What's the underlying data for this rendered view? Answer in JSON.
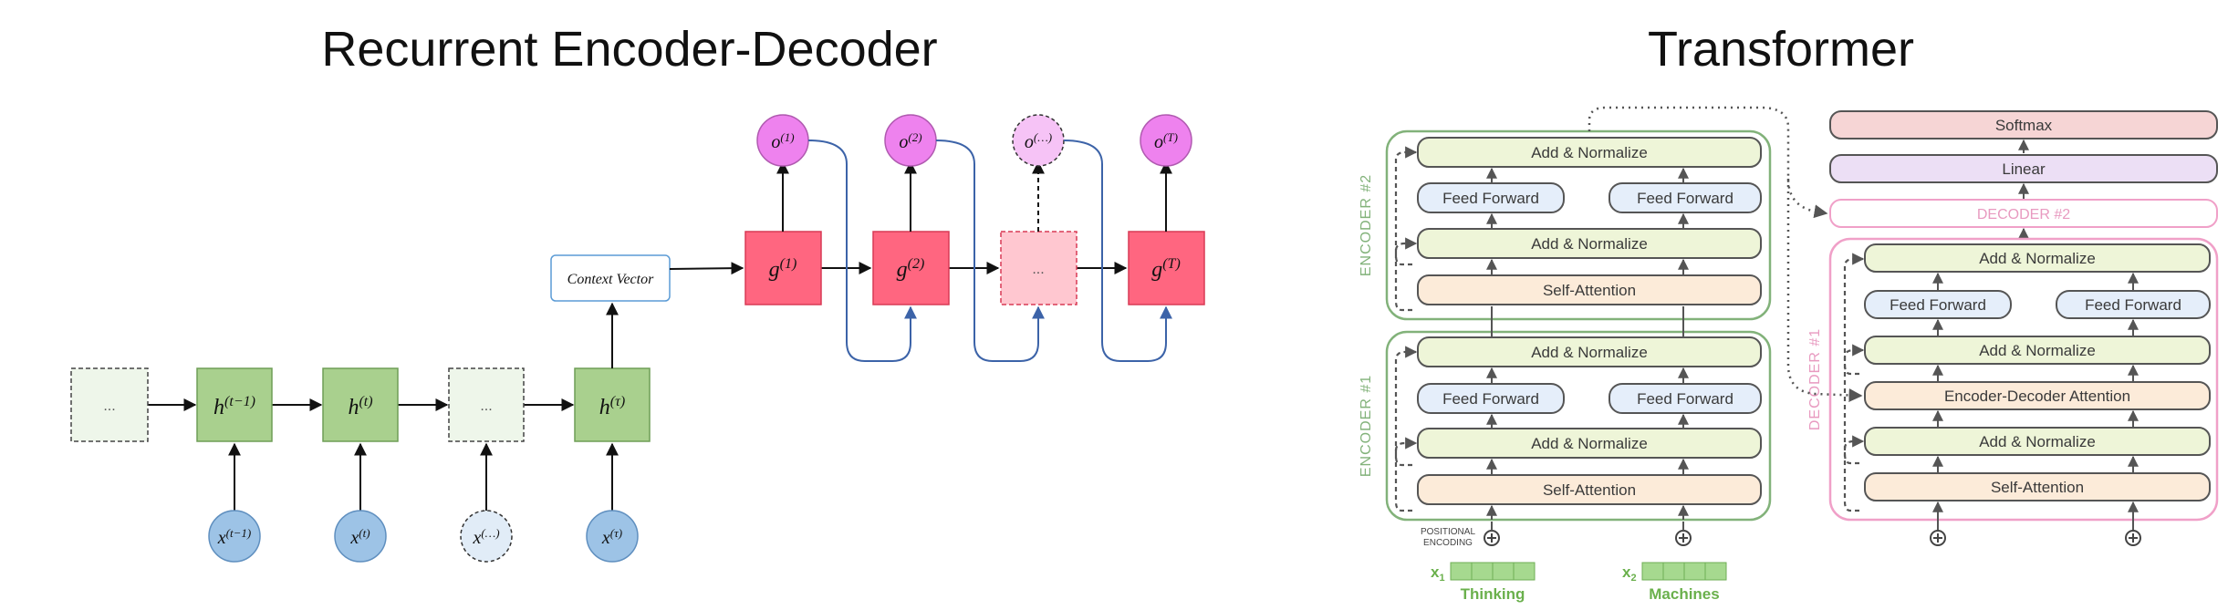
{
  "left": {
    "title": "Recurrent Encoder-Decoder",
    "context_vector": "Context Vector",
    "ellipsis": "...",
    "enc_hidden": [
      "h",
      "h",
      "h"
    ],
    "enc_hidden_sup": [
      "(t−1)",
      "(t)",
      "(τ)"
    ],
    "inputs": [
      "x",
      "x",
      "x",
      "x"
    ],
    "inputs_sup": [
      "(t−1)",
      "(t)",
      "(…)",
      "(τ)"
    ],
    "dec_hidden": [
      "g",
      "g",
      "g"
    ],
    "dec_hidden_sup": [
      "(1)",
      "(2)",
      "(T)"
    ],
    "outputs": [
      "o",
      "o",
      "o",
      "o"
    ],
    "outputs_sup": [
      "(1)",
      "(2)",
      "(…)",
      "(T)"
    ]
  },
  "right": {
    "title": "Transformer",
    "encoder1": "ENCODER #1",
    "encoder2": "ENCODER #2",
    "decoder1": "DECODER #1",
    "decoder2": "DECODER #2",
    "add_normalize": "Add & Normalize",
    "feed_forward": "Feed Forward",
    "self_attention": "Self-Attention",
    "enc_dec_attention": "Encoder-Decoder Attention",
    "linear": "Linear",
    "softmax": "Softmax",
    "pos_enc_1": "POSITIONAL",
    "pos_enc_2": "ENCODING",
    "x1_label": "x",
    "x1_sub": "1",
    "x2_label": "x",
    "x2_sub": "2",
    "word1": "Thinking",
    "word2": "Machines"
  },
  "colors": {
    "green_block": "#a9d08e",
    "pink_block": "#ff6680",
    "blue_circle": "#9dc3e6",
    "violet_circle": "#ee82ee",
    "encoder_border": "#82b27a",
    "decoder_border": "#f0a0c8",
    "addnorm": "#eef5d8",
    "feedforward": "#e5eefa",
    "attention": "#fcebd9",
    "linear": "#ecdff5",
    "softmax": "#f6d5d5",
    "token_green": "#8fcf7a"
  }
}
